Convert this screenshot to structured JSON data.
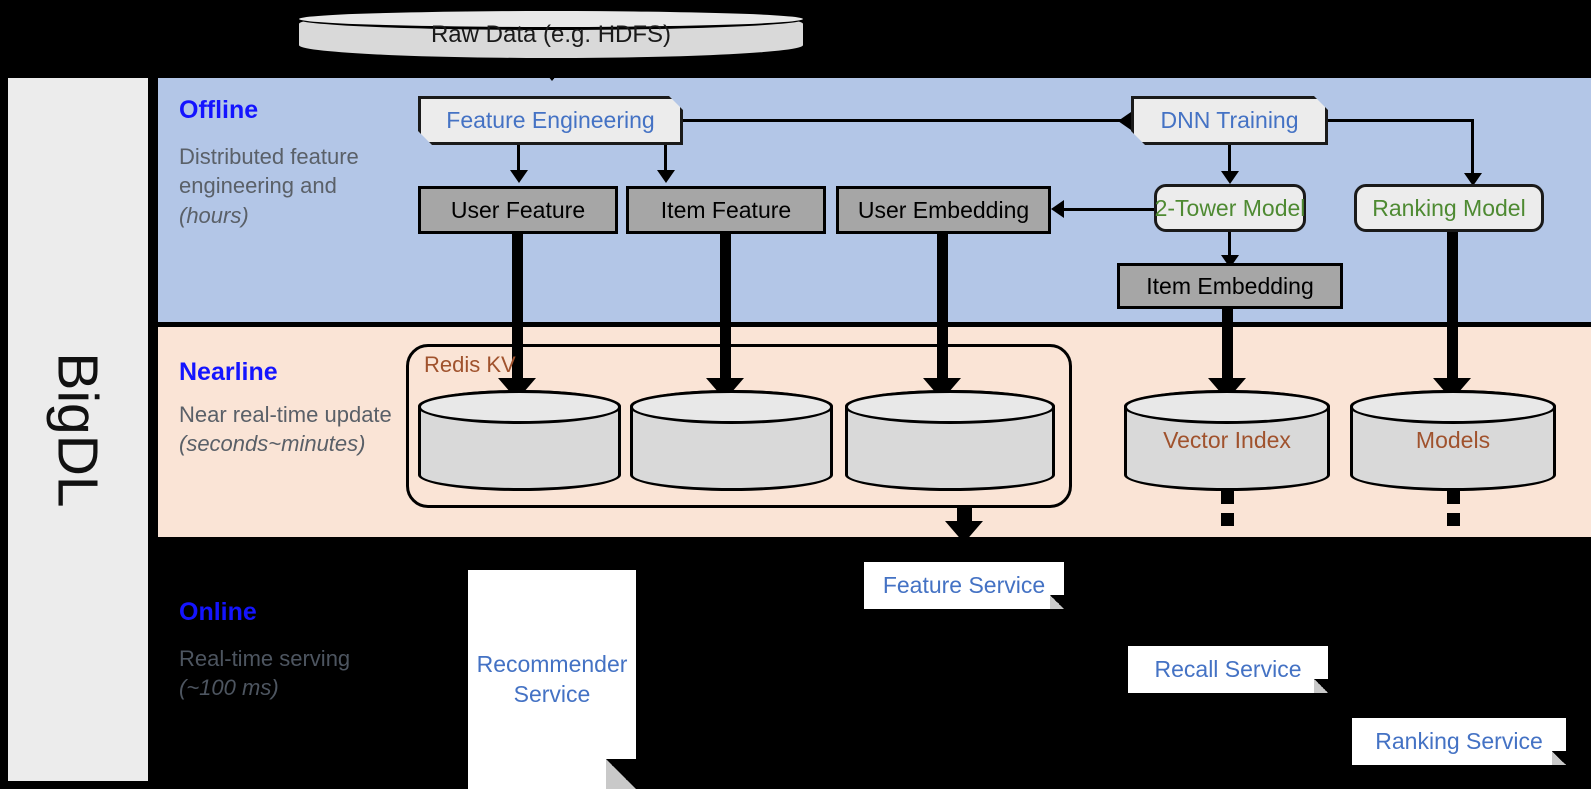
{
  "sidebar": {
    "label": "BigDL"
  },
  "source": {
    "label": "Raw Data (e.g. HDFS)"
  },
  "layers": {
    "offline": {
      "title": "Offline",
      "description": "Distributed feature engineering and ",
      "description_em": "(hours)",
      "bg_color": "#b3c6e7"
    },
    "nearline": {
      "title": "Nearline",
      "description": "Near real-time update ",
      "description_em": "(seconds~minutes)",
      "bg_color": "#fae4d6"
    },
    "online": {
      "title": "Online",
      "description": "Real-time serving ",
      "description_em": "(~100 ms)",
      "bg_color": "#000000"
    }
  },
  "offline_nodes": {
    "feature_engineering": "Feature Engineering",
    "dnn_training": "DNN Training",
    "user_feature": "User Feature",
    "item_feature": "Item Feature",
    "user_embedding": "User Embedding",
    "two_tower_model": "2-Tower Model",
    "ranking_model": "Ranking Model",
    "item_embedding": "Item Embedding"
  },
  "nearline_nodes": {
    "redis_label": "Redis KV",
    "store_user_feature": "",
    "store_item_feature": "",
    "store_user_embedding": "",
    "vector_index": "Vector Index",
    "models": "Models"
  },
  "online_nodes": {
    "recommender_service_line1": "Recommender",
    "recommender_service_line2": "Service",
    "feature_service": "Feature Service",
    "recall_service": "Recall Service",
    "ranking_service": "Ranking Service"
  },
  "colors": {
    "offline_panel": "#b3c6e7",
    "nearline_panel": "#fae4d6",
    "online_panel": "#000000",
    "layer_title": "#1414ff",
    "layer_desc": "#5a6068",
    "process_text": "#4472c4",
    "model_text": "#4e8a32",
    "store_text": "#a0522d",
    "data_box_fill": "#a6a6a6",
    "sidebar_fill": "#ececec"
  }
}
